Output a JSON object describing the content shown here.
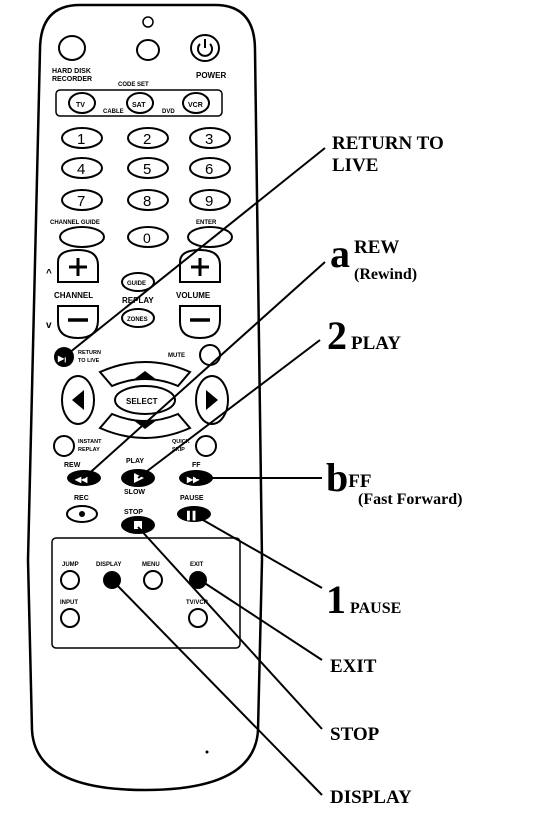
{
  "remote": {
    "hard_disk_recorder": [
      "HARD DISK",
      "RECORDER"
    ],
    "power": "POWER",
    "code_set": "CODE SET",
    "cable": "CABLE",
    "dvd": "DVD",
    "tv": "TV",
    "sat": "SAT",
    "vcr": "VCR",
    "digits": [
      "1",
      "2",
      "3",
      "4",
      "5",
      "6",
      "7",
      "8",
      "9",
      "0"
    ],
    "channel_guide": "CHANNEL GUIDE",
    "enter": "ENTER",
    "guide": "GUIDE",
    "replay": "REPLAY",
    "zones": "ZONES",
    "channel": "CHANNEL",
    "volume": "VOLUME",
    "return_to_live": [
      "RETURN",
      "TO LIVE"
    ],
    "mute": "MUTE",
    "select": "SELECT",
    "instant_replay": [
      "INSTANT",
      "REPLAY"
    ],
    "quick_skip": [
      "QUICK",
      "SKIP"
    ],
    "rew": "REW",
    "play": "PLAY",
    "ff": "FF",
    "slow": "SLOW",
    "rec": "REC",
    "stop": "STOP",
    "pause": "PAUSE",
    "jump": "JUMP",
    "display": "DISPLAY",
    "menu": "MENU",
    "exit": "EXIT",
    "input": "INPUT",
    "tv_vcr": "TV/VCR"
  },
  "callouts": {
    "return_to_live": [
      "RETURN TO",
      "LIVE"
    ],
    "rew": {
      "key": "a",
      "label": "REW",
      "sub": "(Rewind)"
    },
    "play": {
      "key": "2",
      "label": "PLAY"
    },
    "ff": {
      "key": "b",
      "label": "FF",
      "sub": "(Fast Forward)"
    },
    "pause": {
      "key": "1",
      "label": "PAUSE"
    },
    "exit": "EXIT",
    "stop": "STOP",
    "display": "DISPLAY"
  }
}
